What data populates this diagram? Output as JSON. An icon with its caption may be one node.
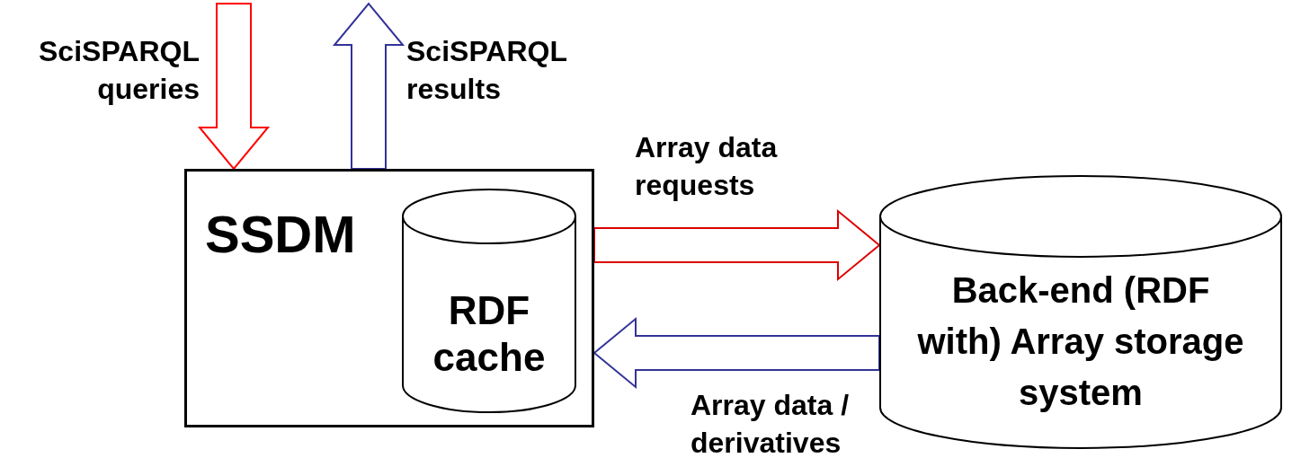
{
  "diagram": {
    "nodes": [
      {
        "text": [
          "SSDM"
        ]
      },
      {
        "text": [
          "RDF cache"
        ],
        "in": 0
      },
      {
        "text": [
          "Back-end (RDF with) Array storage system"
        ]
      }
    ],
    "edges": [
      {
        "from": null,
        "to": 0,
        "arrow": "to",
        "label": "SciSPARQL queries",
        "color": "#ff0000"
      },
      {
        "from": 0,
        "to": null,
        "arrow": "to",
        "label": "SciSPARQL results",
        "color": "#333399"
      },
      {
        "from": 0,
        "to": 2,
        "arrow": "to",
        "label": "Array data requests",
        "color": "#dd0000"
      },
      {
        "from": 2,
        "to": 0,
        "arrow": "to",
        "label": "Array data / derivatives",
        "color": "#333399"
      }
    ]
  }
}
